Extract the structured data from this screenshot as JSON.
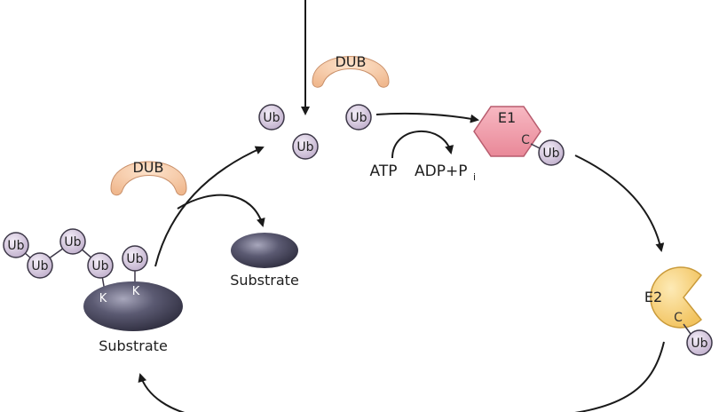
{
  "labels": {
    "ub": "Ub",
    "dub": "DUB",
    "e1": "E1",
    "e2": "E2",
    "cys": "C",
    "lys": "K",
    "atp": "ATP",
    "adp": "ADP+P",
    "adp_subscript": "i",
    "substrate": "Substrate"
  },
  "colors": {
    "ub_fill": "#d8cbe0",
    "ub_stroke": "#3d3848",
    "dub_fill": "#f5c8a4",
    "e1_fill": "#f0a0ad",
    "e2_fill": "#f7d68a",
    "substrate_fill": "#5b5a72",
    "arrow": "#1a1a1a"
  }
}
